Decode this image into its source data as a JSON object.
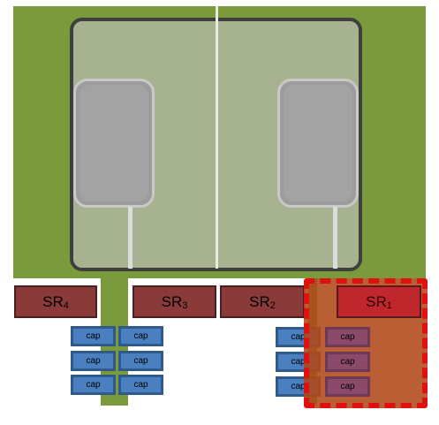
{
  "colors": {
    "pcb": "#7a9a3c",
    "board": "#a6b290",
    "sr": "#8b3a3a",
    "cap": "#4a7fc0",
    "highlight": "#e01010"
  },
  "sr_labels": {
    "sr1": {
      "base": "SR",
      "sub": "1"
    },
    "sr2": {
      "base": "SR",
      "sub": "2"
    },
    "sr3": {
      "base": "SR",
      "sub": "3"
    },
    "sr4": {
      "base": "SR",
      "sub": "4"
    }
  },
  "cap_label": "cap"
}
